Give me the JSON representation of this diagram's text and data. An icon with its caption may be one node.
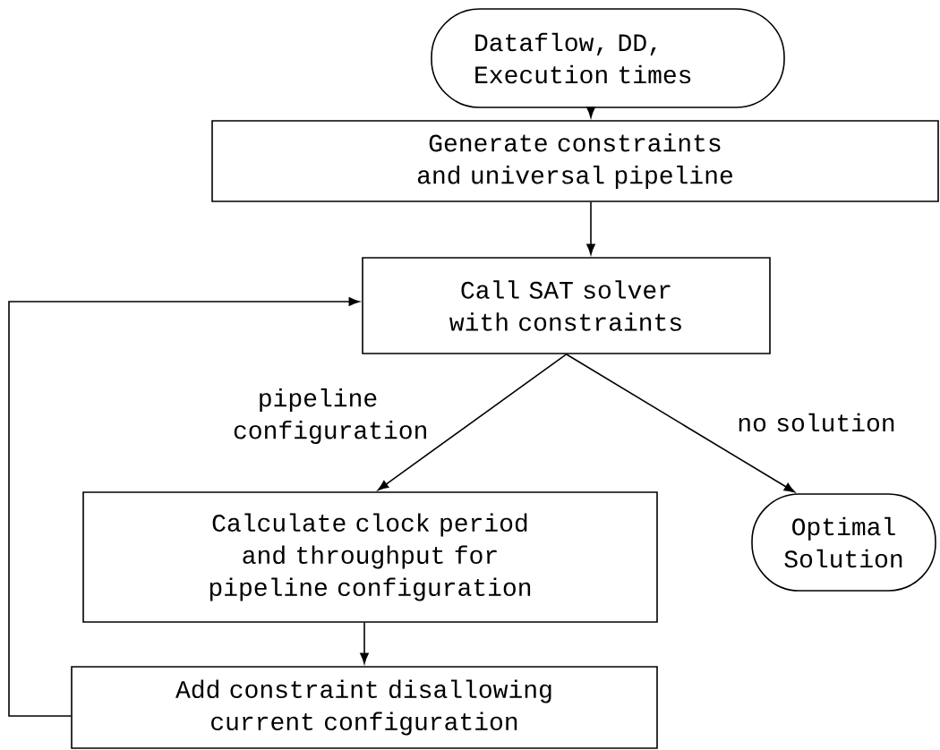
{
  "diagram": {
    "nodes": [
      {
        "text": [
          "Dataflow, DD, Execution times"
        ]
      },
      {
        "text": [
          "Generate constraints and universal pipeline"
        ]
      },
      {
        "text": [
          "Call SAT solver with constraints"
        ]
      },
      {
        "text": [
          "Calculate clock period and throughput for pipeline configuration"
        ]
      },
      {
        "text": [
          "Optimal Solution"
        ]
      },
      {
        "text": [
          "Add constraint disallowing current configuration"
        ]
      }
    ],
    "edges": [
      {
        "from": 0,
        "to": 1,
        "arrow": "to"
      },
      {
        "from": 1,
        "to": 2,
        "arrow": "to"
      },
      {
        "from": 2,
        "to": 3,
        "arrow": "to",
        "label": "pipeline configuration"
      },
      {
        "from": 2,
        "to": 4,
        "arrow": "to",
        "label": "no solution"
      },
      {
        "from": 3,
        "to": 5,
        "arrow": "to"
      },
      {
        "from": 5,
        "to": 2,
        "arrow": "to"
      }
    ]
  }
}
